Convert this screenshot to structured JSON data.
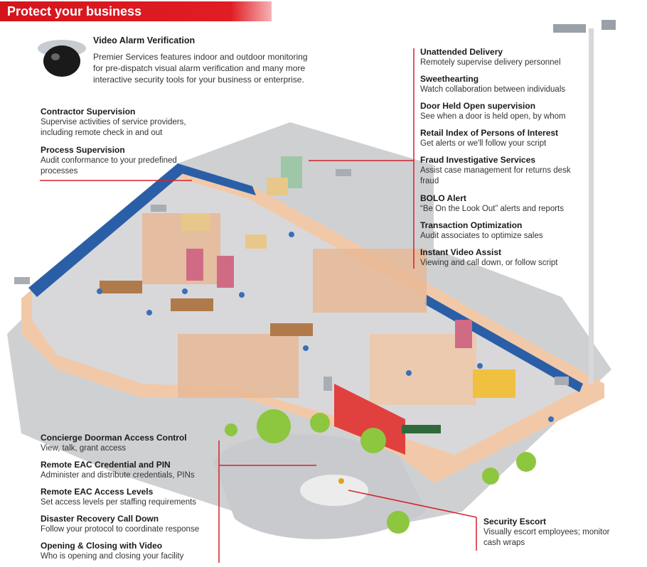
{
  "banner": {
    "title": "Protect your business"
  },
  "video": {
    "title": "Video Alarm Verification",
    "desc": "Premier Services features indoor and outdoor monitoring for pre-dispatch visual alarm verification and many more interactive security tools for your business or enterprise."
  },
  "left_top": [
    {
      "title": "Contractor Supervision",
      "desc": "Supervise activities of service providers, including remote check in and out"
    },
    {
      "title": "Process Supervision",
      "desc": "Audit conformance to your predefined processes"
    }
  ],
  "right": [
    {
      "title": "Unattended Delivery",
      "desc": "Remotely supervise delivery personnel"
    },
    {
      "title": "Sweethearting",
      "desc": "Watch collaboration between individuals"
    },
    {
      "title": "Door Held Open supervision",
      "desc": "See when a door is held open, by whom"
    },
    {
      "title": "Retail Index of Persons of Interest",
      "desc": "Get alerts or we'll follow your script"
    },
    {
      "title": "Fraud Investigative Services",
      "desc": "Assist case management for returns desk fraud"
    },
    {
      "title": "BOLO Alert",
      "desc": "“Be On the Look Out” alerts and reports"
    },
    {
      "title": "Transaction Optimization",
      "desc": "Audit associates to optimize sales"
    },
    {
      "title": "Instant Video Assist",
      "desc": "Viewing and call down, or follow script"
    }
  ],
  "bottom_left": [
    {
      "title": "Concierge Doorman Access Control",
      "desc": "View, talk, grant access"
    },
    {
      "title": "Remote EAC Credential and PIN",
      "desc": "Administer and distribute credentials, PINs"
    },
    {
      "title": "Remote EAC Access Levels",
      "desc": "Set access levels per staffing requirements"
    },
    {
      "title": "Disaster Recovery Call Down",
      "desc": "Follow your protocol to coordinate response"
    },
    {
      "title": "Opening & Closing with Video",
      "desc": "Who is opening and closing your facility"
    }
  ],
  "escort": {
    "title": "Security Escort",
    "desc": "Visually escort employees; monitor cash wraps"
  }
}
